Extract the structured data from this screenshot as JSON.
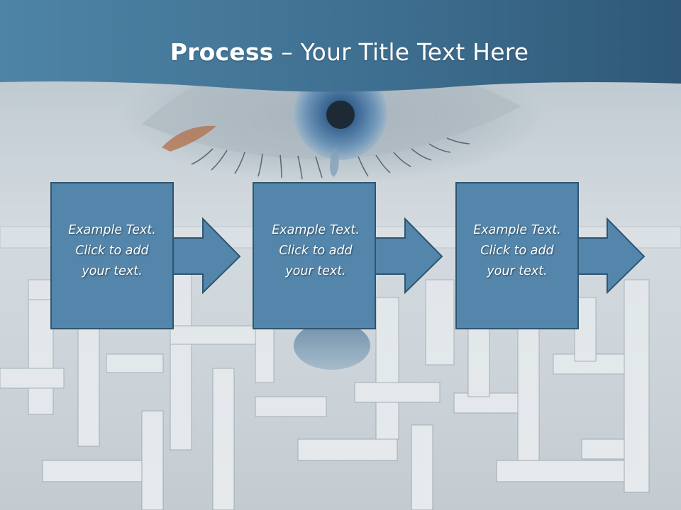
{
  "title": {
    "bold": "Process",
    "rest": " – Your Title Text Here"
  },
  "steps": [
    {
      "lines": [
        "Example Text.",
        "Click  to add",
        "your text."
      ]
    },
    {
      "lines": [
        "Example Text.",
        "Click  to add",
        "your text."
      ]
    },
    {
      "lines": [
        "Example Text.",
        "Click  to add",
        "your text."
      ]
    }
  ],
  "colors": {
    "header": "#3e6f90",
    "box_fill": "#5486ab",
    "box_stroke": "#2f5570",
    "text": "#ffffff"
  }
}
